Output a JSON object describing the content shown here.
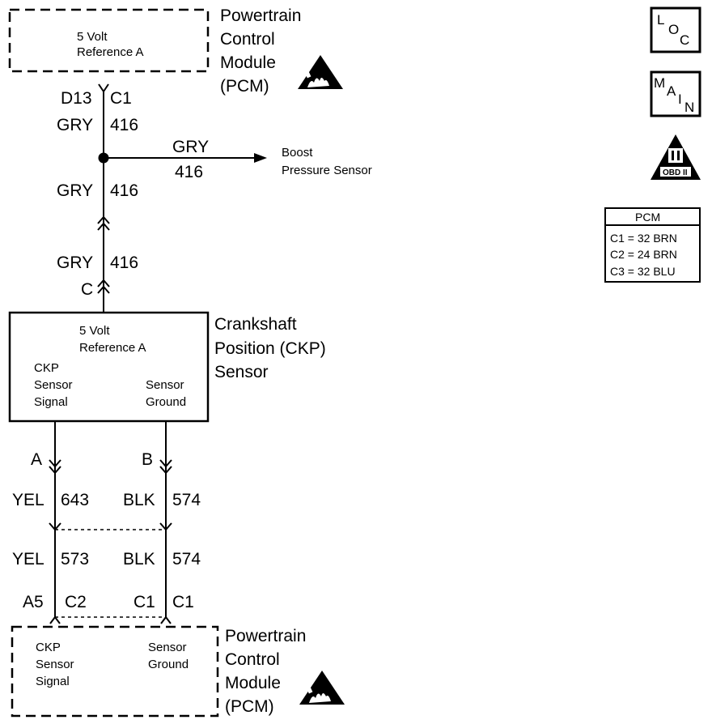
{
  "pcm_top": {
    "title_lines": [
      "Powertrain",
      "Control",
      "Module",
      "(PCM)"
    ],
    "inner_lines": [
      "5 Volt",
      "Reference A"
    ],
    "pin": "D13",
    "connector": "C1"
  },
  "wire_top_a": {
    "color": "GRY",
    "circuit": "416"
  },
  "branch": {
    "color": "GRY",
    "circuit": "416",
    "dest_lines": [
      "Boost",
      "Pressure Sensor"
    ]
  },
  "wire_top_b": {
    "color": "GRY",
    "circuit": "416"
  },
  "wire_top_c": {
    "color": "GRY",
    "circuit": "416"
  },
  "ckp_connector": "C",
  "ckp": {
    "title_lines": [
      "Crankshaft",
      "Position (CKP)",
      "Sensor"
    ],
    "inner_ref": [
      "5 Volt",
      "Reference A"
    ],
    "inner_signal": [
      "CKP",
      "Sensor",
      "Signal"
    ],
    "inner_ground": [
      "Sensor",
      "Ground"
    ]
  },
  "pin_a": "A",
  "pin_b": "B",
  "wire_a1": {
    "color": "YEL",
    "circuit": "643"
  },
  "wire_b1": {
    "color": "BLK",
    "circuit": "574"
  },
  "wire_a2": {
    "color": "YEL",
    "circuit": "573"
  },
  "wire_b2": {
    "color": "BLK",
    "circuit": "574"
  },
  "pcm_bottom_pins": {
    "left_pin": "A5",
    "left_conn": "C2",
    "right_pin": "C1",
    "right_conn": "C1"
  },
  "pcm_bottom": {
    "title_lines": [
      "Powertrain",
      "Control",
      "Module",
      "(PCM)"
    ],
    "inner_signal": [
      "CKP",
      "Sensor",
      "Signal"
    ],
    "inner_ground": [
      "Sensor",
      "Ground"
    ]
  },
  "icons": {
    "loc": [
      "L",
      "O",
      "C"
    ],
    "main": [
      "M",
      "A",
      "I",
      "N"
    ],
    "obd": "OBD II"
  },
  "pcm_table": {
    "title": "PCM",
    "rows": [
      "C1 = 32 BRN",
      "C2 = 24 BRN",
      "C3 = 32 BLU"
    ]
  }
}
